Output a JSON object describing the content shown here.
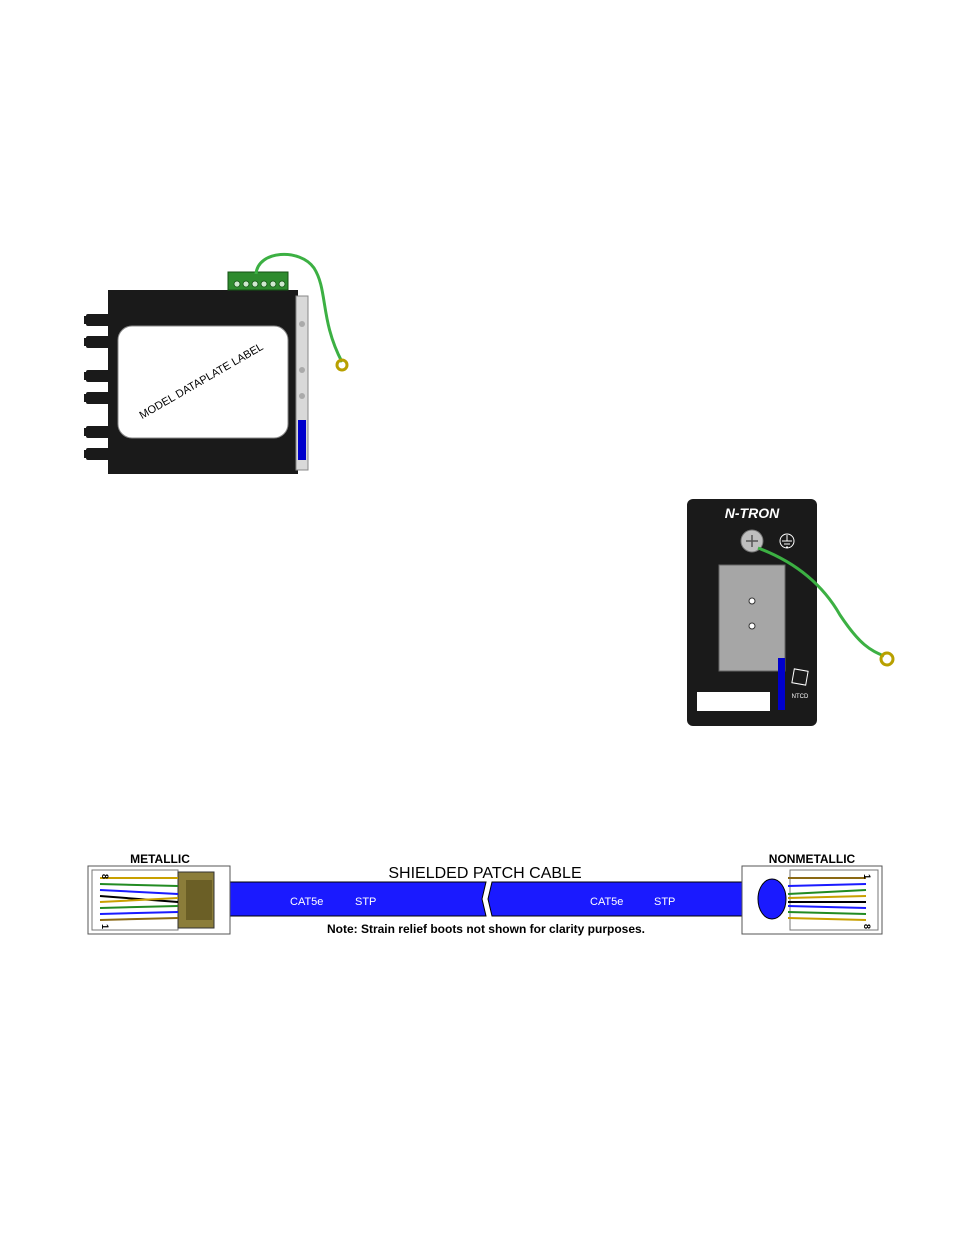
{
  "side_view": {
    "dataplate_label": "MODEL DATAPLATE LABEL"
  },
  "front_view": {
    "brand_logo": "N-TRON",
    "badge_text": "NTCD",
    "ground_symbol": "ground-icon"
  },
  "cable": {
    "title": "SHIELDED PATCH CABLE",
    "left_connector_label": "METALLIC",
    "right_connector_label": "NONMETALLIC",
    "print_left_cat": "CAT5e",
    "print_left_stp": "STP",
    "print_right_cat": "CAT5e",
    "print_right_stp": "STP",
    "note": "Note: Strain relief boots not shown for clarity purposes.",
    "left_pin_top": "8",
    "left_pin_bottom": "1",
    "right_pin_top": "1",
    "right_pin_bottom": "8",
    "cable_color": "#1a1aff"
  },
  "colors": {
    "ground_wire": "#3cb043",
    "enclosure": "#1a1a1a",
    "din_clip": "#0000cc"
  }
}
